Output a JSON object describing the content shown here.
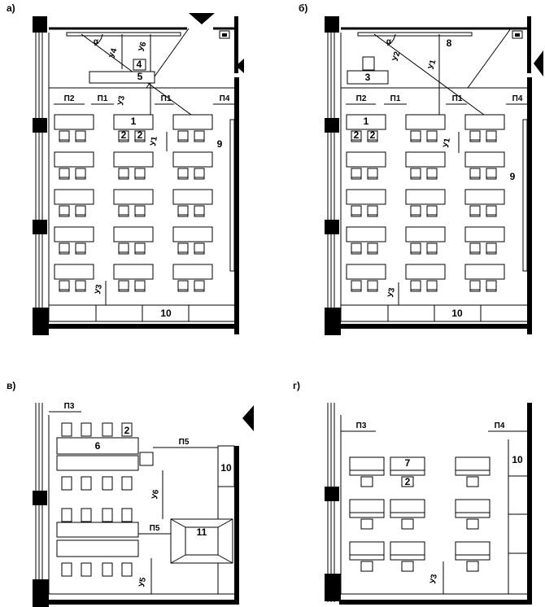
{
  "panels": {
    "a": "а)",
    "b": "б)",
    "v": "в)",
    "g": "г)"
  },
  "numbers": {
    "n1": "1",
    "n2": "2",
    "n3": "3",
    "n4": "4",
    "n5": "5",
    "n6": "6",
    "n7": "7",
    "n8": "8",
    "n9": "9",
    "n10": "10",
    "n11": "11"
  },
  "dims": {
    "p1": "П1",
    "p2": "П2",
    "p3": "П3",
    "p4": "П4",
    "p5": "П5",
    "u1": "У1",
    "u2": "У2",
    "u3": "У3",
    "u4": "У4",
    "u5": "У5",
    "u6": "У6",
    "alpha": "α"
  }
}
